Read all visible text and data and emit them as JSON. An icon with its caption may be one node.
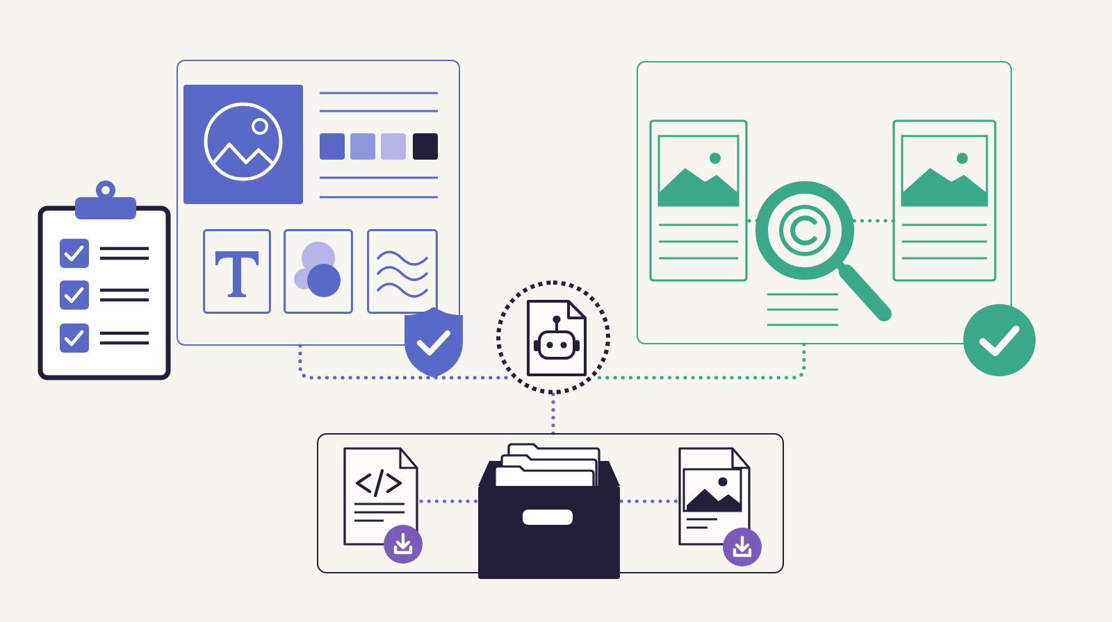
{
  "diagram": {
    "nodes": [
      {
        "text": [],
        "shape": "box"
      },
      {
        "text": [],
        "shape": "box"
      },
      {
        "text": [],
        "shape": "picture",
        "in": 1
      },
      {
        "text": [],
        "shape": "picture",
        "in": 1
      },
      {
        "text": [],
        "shape": "picture",
        "in": 1
      },
      {
        "text": [],
        "shape": "circle"
      },
      {
        "text": [],
        "shape": "box"
      },
      {
        "text": [],
        "shape": "picture",
        "in": 6
      },
      {
        "text": [],
        "shape": "picture",
        "in": 6
      },
      {
        "text": [],
        "shape": "picture",
        "in": 6
      }
    ],
    "edges": [
      {
        "from": 0,
        "to": 5,
        "arrow": "none",
        "color": "#5a68c8"
      },
      {
        "from": 1,
        "to": 5,
        "arrow": "none",
        "color": "#39a98a"
      },
      {
        "from": 5,
        "to": 6,
        "arrow": "none",
        "color": "#7e63c6"
      },
      {
        "from": 2,
        "to": 3,
        "arrow": "none",
        "color": "#39a98a"
      },
      {
        "from": 3,
        "to": 4,
        "arrow": "none",
        "color": "#39a98a"
      },
      {
        "from": 7,
        "to": 8,
        "arrow": "none",
        "color": "#7e63c6"
      },
      {
        "from": 8,
        "to": 9,
        "arrow": "none",
        "color": "#7e63c6"
      }
    ]
  }
}
